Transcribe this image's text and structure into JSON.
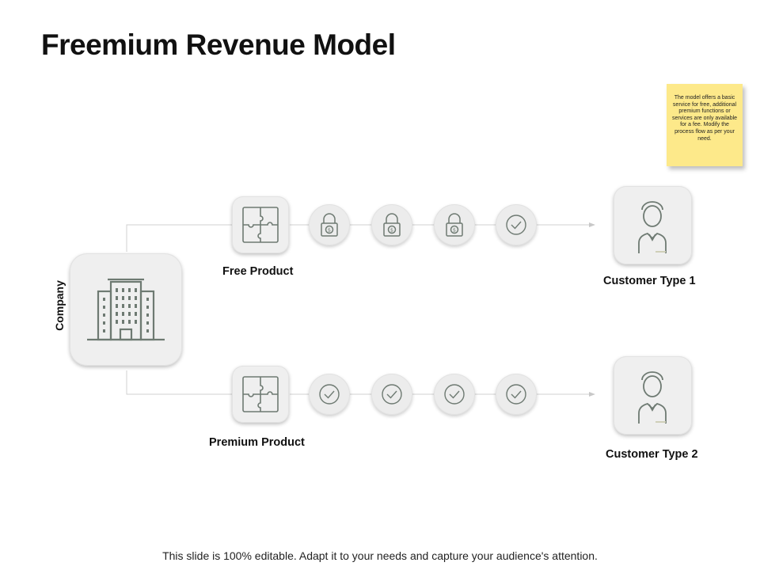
{
  "title": "Freemium Revenue Model",
  "note": "The model offers a basic service for free, additional premium functions or services are only available for a fee. Modify the process flow as per your need.",
  "company_label": "Company",
  "rows": [
    {
      "product_label": "Free Product",
      "customer_label": "Customer Type 1",
      "steps": [
        "lock-icon",
        "lock-icon",
        "lock-icon",
        "check-icon"
      ]
    },
    {
      "product_label": "Premium Product",
      "customer_label": "Customer Type 2",
      "steps": [
        "check-icon",
        "check-icon",
        "check-icon",
        "check-icon"
      ]
    }
  ],
  "footer": "This slide is 100% editable. Adapt it to your needs and capture your audience's attention.",
  "colors": {
    "icon_stroke": "#6e7a72",
    "tile_bg": "#efefef",
    "note_bg": "#fde98a",
    "line": "#d0d0d0"
  }
}
